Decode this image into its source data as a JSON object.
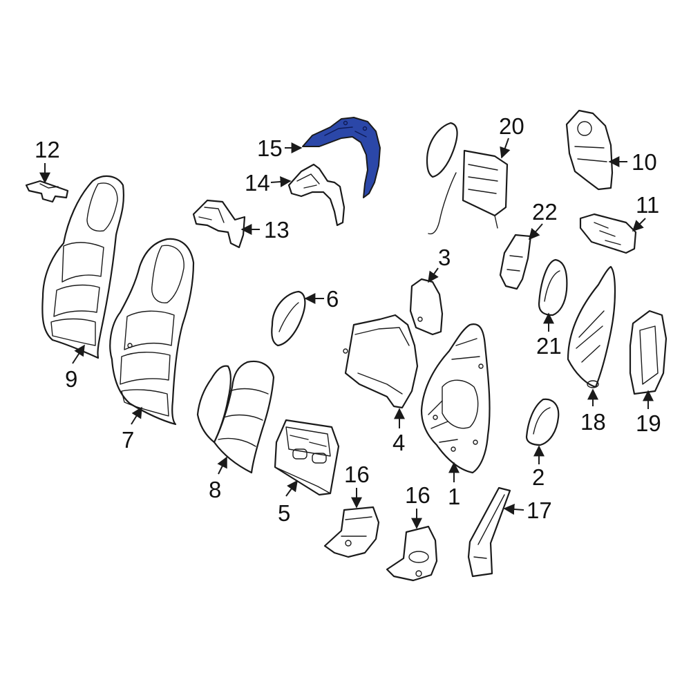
{
  "highlight_color": "#2b47a8",
  "callouts": {
    "c1": "1",
    "c2": "2",
    "c3": "3",
    "c4": "4",
    "c5": "5",
    "c6": "6",
    "c7": "7",
    "c8": "8",
    "c9": "9",
    "c10": "10",
    "c11": "11",
    "c12": "12",
    "c13": "13",
    "c14": "14",
    "c15": "15",
    "c16a": "16",
    "c16b": "16",
    "c17": "17",
    "c18": "18",
    "c19": "19",
    "c20": "20",
    "c21": "21",
    "c22": "22"
  }
}
